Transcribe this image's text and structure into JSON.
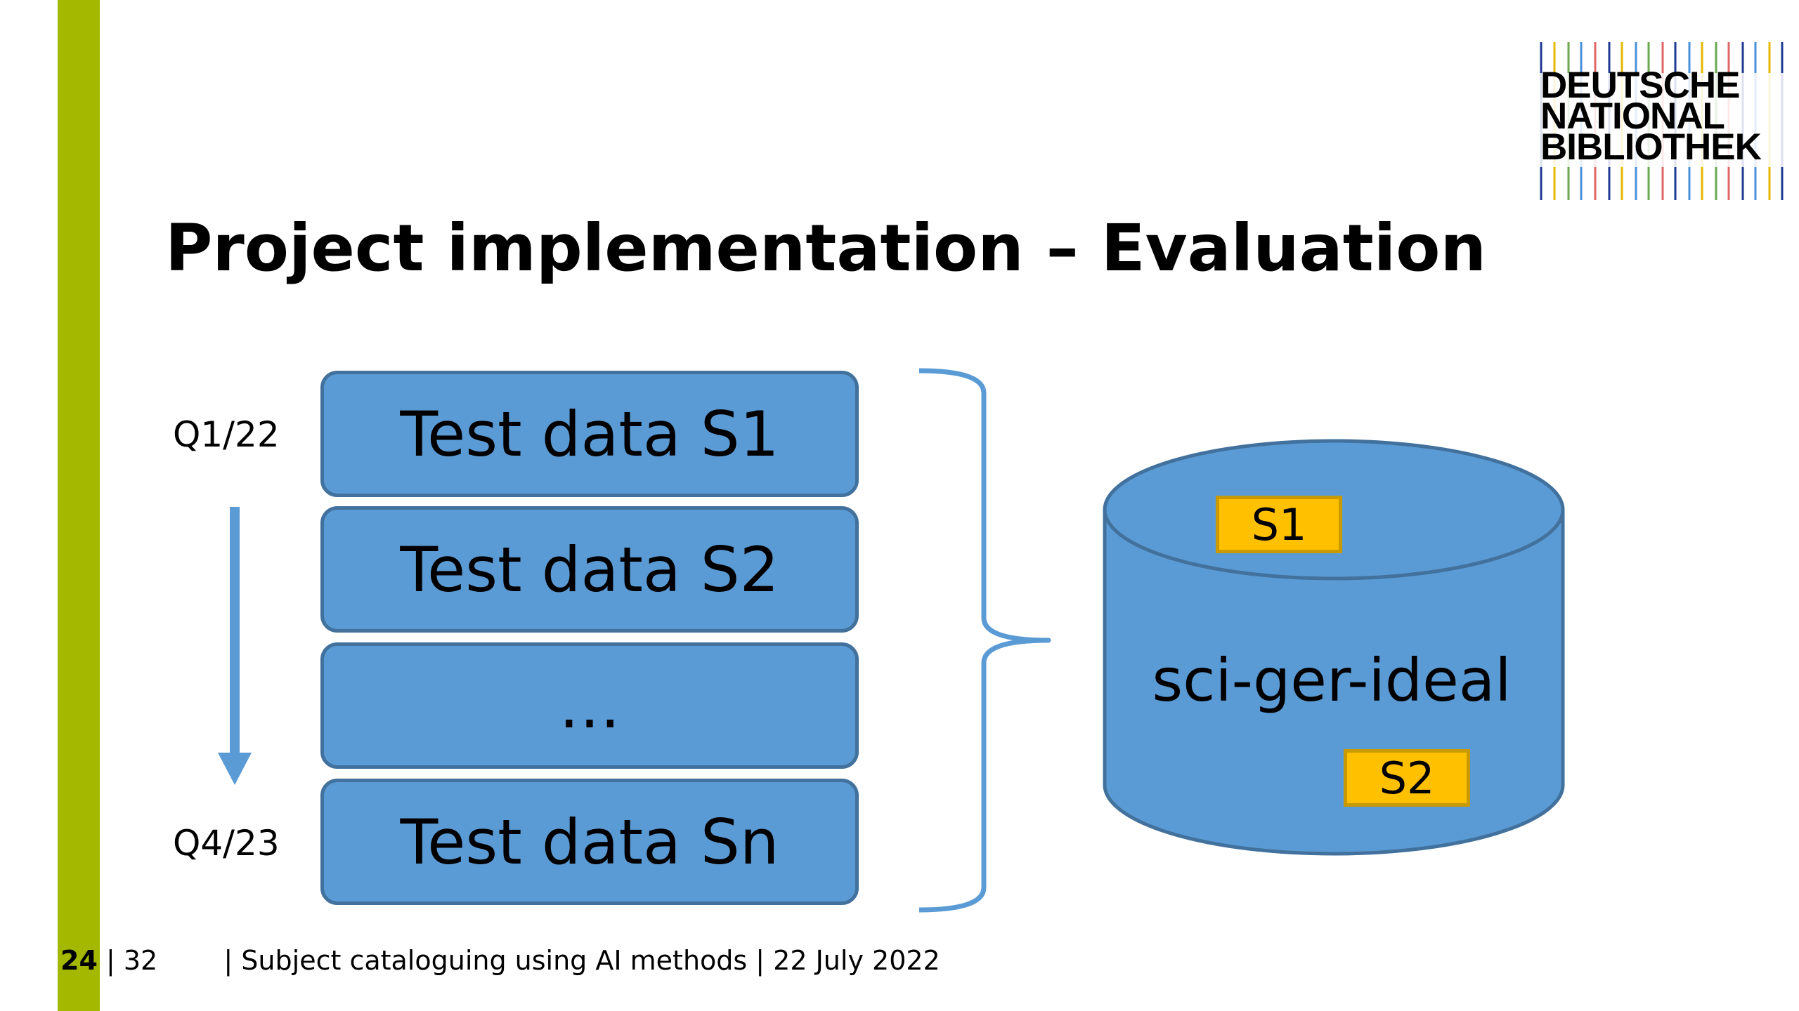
{
  "slide": {
    "title": "Project implementation – Evaluation",
    "logo": {
      "lines": [
        "DEUTSCHE",
        "NATIONAL",
        "BIBLIOTHEK"
      ]
    },
    "timeline": {
      "start_label": "Q1/22",
      "end_label": "Q4/23"
    },
    "blocks": [
      {
        "label": "Test data S1"
      },
      {
        "label": "Test data S2"
      },
      {
        "label": "…"
      },
      {
        "label": "Test data Sn"
      }
    ],
    "database": {
      "label": "sci-ger-ideal",
      "tags": [
        "S1",
        "S2"
      ]
    },
    "footer": {
      "page_current": "24",
      "page_separator": "| 32",
      "text": "| Subject cataloguing using AI methods | 22 July 2022"
    },
    "colors": {
      "accent_bar": "#a4b800",
      "block_fill": "#5b9bd5",
      "block_border": "#41719c",
      "tag_fill": "#ffc000"
    }
  }
}
